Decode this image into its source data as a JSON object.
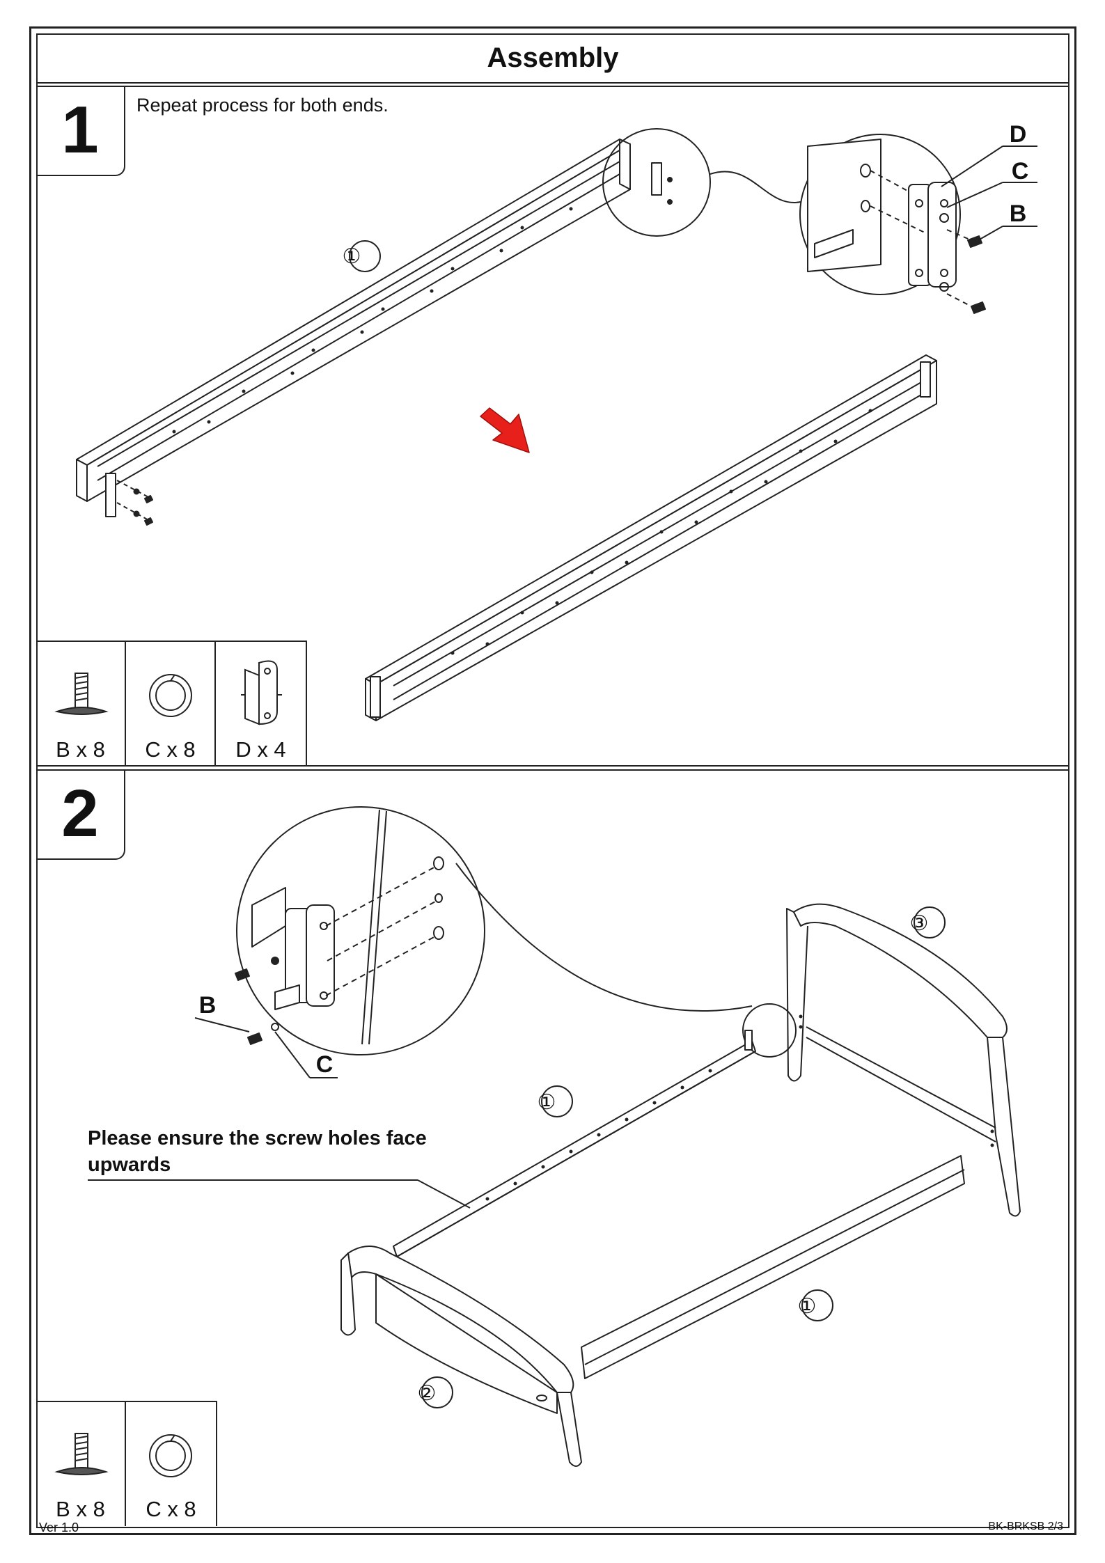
{
  "header": {
    "title": "Assembly"
  },
  "step1": {
    "number": "1",
    "instruction": "Repeat process for both ends.",
    "callout_rail": "①",
    "detail_letters": [
      "D",
      "C",
      "B"
    ],
    "parts": [
      {
        "icon": "screw-icon",
        "label": "B x 8"
      },
      {
        "icon": "washer-icon",
        "label": "C x 8"
      },
      {
        "icon": "bracket-icon",
        "label": "D x 4"
      }
    ]
  },
  "step2": {
    "number": "2",
    "note": "Please ensure the screw holes face upwards",
    "detail_letters": [
      "B",
      "C"
    ],
    "callouts": [
      "③",
      "①",
      "①",
      "②"
    ],
    "parts": [
      {
        "icon": "screw-icon",
        "label": "B x 8"
      },
      {
        "icon": "washer-icon",
        "label": "C x 8"
      }
    ]
  },
  "footer": {
    "version": "Ver 1.0",
    "code": "BK-BRKSB  2/3"
  },
  "colors": {
    "line": "#222222",
    "arrow": "#e8201c"
  }
}
